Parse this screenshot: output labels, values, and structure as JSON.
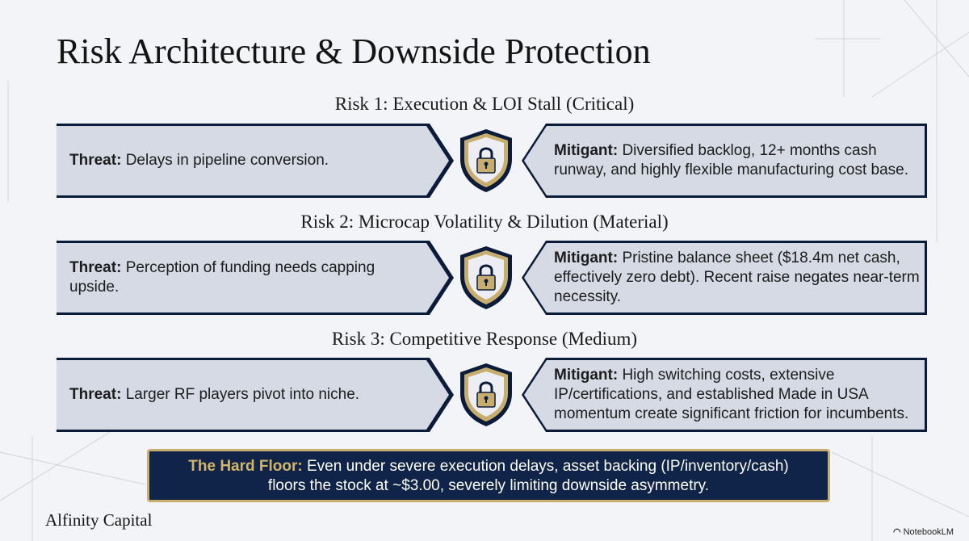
{
  "slide": {
    "title": "Risk Architecture & Downside Protection"
  },
  "risks": [
    {
      "heading": "Risk 1: Execution & LOI Stall (Critical)",
      "threat_label": "Threat:",
      "threat_text": "Delays in pipeline conversion.",
      "mitigant_label": "Mitigant:",
      "mitigant_text": "Diversified backlog, 12+ months cash runway, and highly flexible manufacturing cost base."
    },
    {
      "heading": "Risk 2: Microcap Volatility & Dilution (Material)",
      "threat_label": "Threat:",
      "threat_text": "Perception of funding needs capping upside.",
      "mitigant_label": "Mitigant:",
      "mitigant_text": "Pristine balance sheet ($18.4m net cash, effectively zero debt). Recent raise negates near-term necessity."
    },
    {
      "heading": "Risk 3: Competitive Response (Medium)",
      "threat_label": "Threat:",
      "threat_text": "Larger RF players pivot into niche.",
      "mitigant_label": "Mitigant:",
      "mitigant_text": "High switching costs, extensive IP/certifications, and established Made in USA momentum create significant friction for incumbents."
    }
  ],
  "hard_floor": {
    "label": "The Hard Floor:",
    "text_line1": "Even under severe execution delays, asset backing (IP/inventory/cash)",
    "text_line2": "floors the stock at ~$3.00, severely limiting downside asymmetry."
  },
  "footer": {
    "brand": "Alfinity Capital",
    "watermark": "NotebookLM",
    "watermark_icon": "notebooklm-logo-icon"
  },
  "colors": {
    "navy": "#0b1c3a",
    "box_fill": "#d6dae4",
    "gold": "#c7ae6f",
    "background": "#f3f4f7"
  }
}
